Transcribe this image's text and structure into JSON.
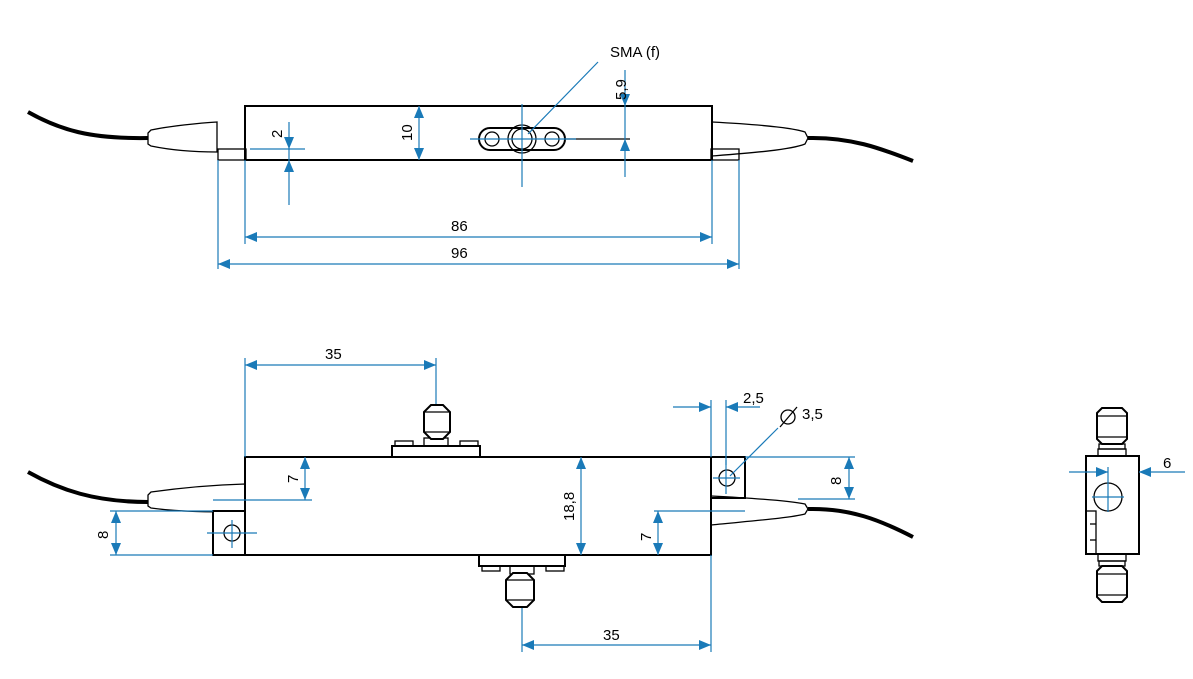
{
  "drawing": {
    "title": "Fiber-optic module with SMA connectors – dimensional drawing",
    "colors": {
      "outline": "#000000",
      "dimension": "#1a7ab8",
      "background": "#ffffff"
    },
    "top_view": {
      "connector_callout": "SMA (f)",
      "dim_flange_height": "2",
      "dim_body_height": "10",
      "dim_connector_offset": "5,9",
      "dim_body_length": "86",
      "dim_overall_length": "96"
    },
    "side_view": {
      "dim_top_connector_pos": "35",
      "dim_bottom_connector_pos": "35",
      "dim_left_mount_height": "8",
      "dim_left_fiber_offset": "7",
      "dim_body_height": "18,8",
      "dim_right_fiber_offset": "7",
      "dim_right_mount_height": "8",
      "dim_hole_edge": "2,5",
      "dim_hole_diameter": "3,5",
      "diameter_symbol": "⌀"
    },
    "end_view": {
      "dim_hole_offset": "6"
    }
  }
}
